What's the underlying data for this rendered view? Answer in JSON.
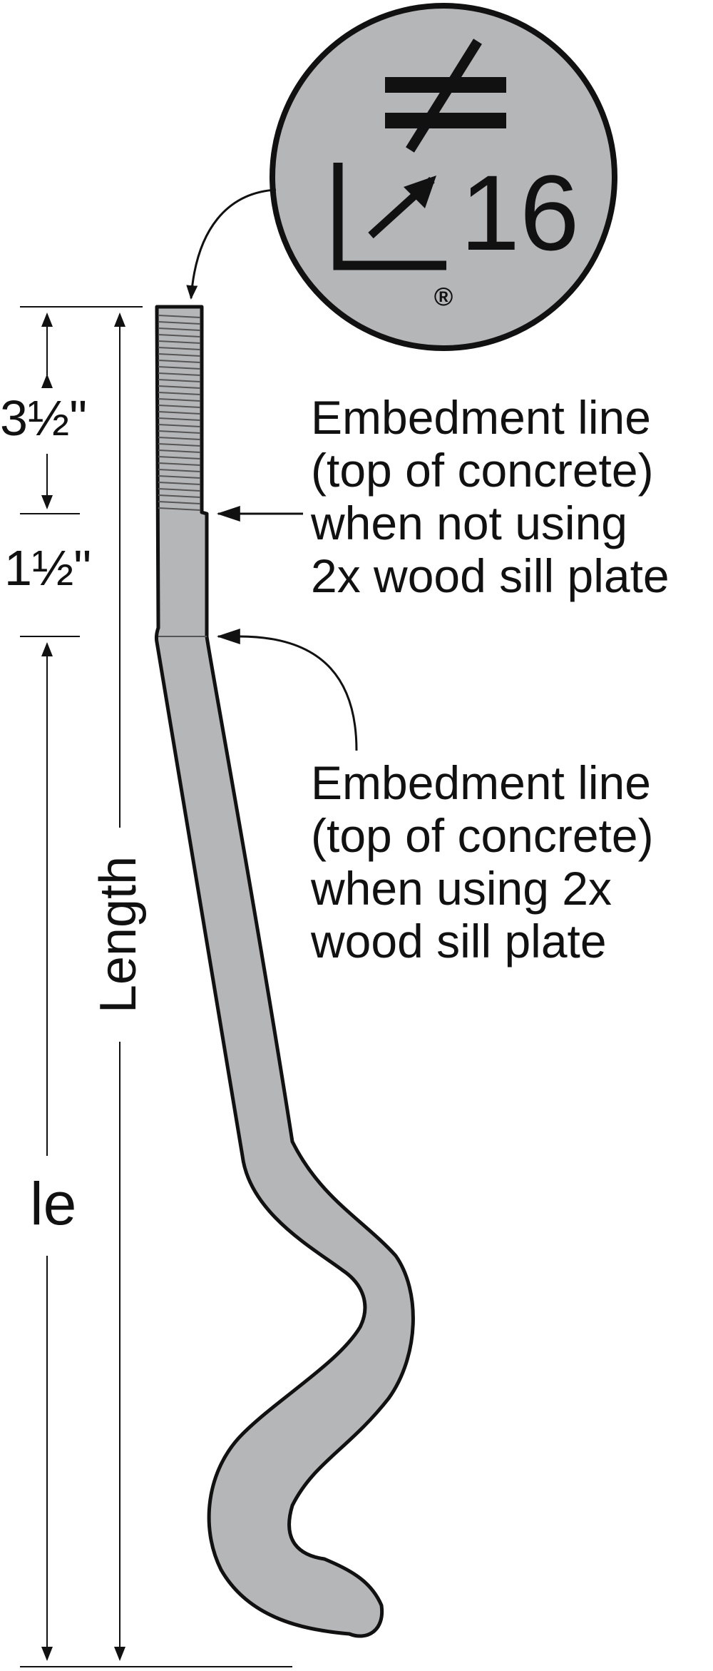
{
  "stamp": {
    "number": "16",
    "registered_mark": "®",
    "logo": "simpson-strong-tie-logo"
  },
  "dimensions": {
    "thread_length": "3½\"",
    "offset": "1½\"",
    "overall": "Length",
    "embedment": "le"
  },
  "callouts": {
    "no_sill_plate": [
      "Embedment line",
      "(top of concrete)",
      "when not using",
      "2x wood sill plate"
    ],
    "with_sill_plate": [
      "Embedment line",
      "(top of concrete)",
      "when using 2x",
      "wood sill plate"
    ]
  },
  "colors": {
    "steel": "#b5b6b8",
    "stamp_fill": "#b5b6b8",
    "ink": "#111111"
  }
}
